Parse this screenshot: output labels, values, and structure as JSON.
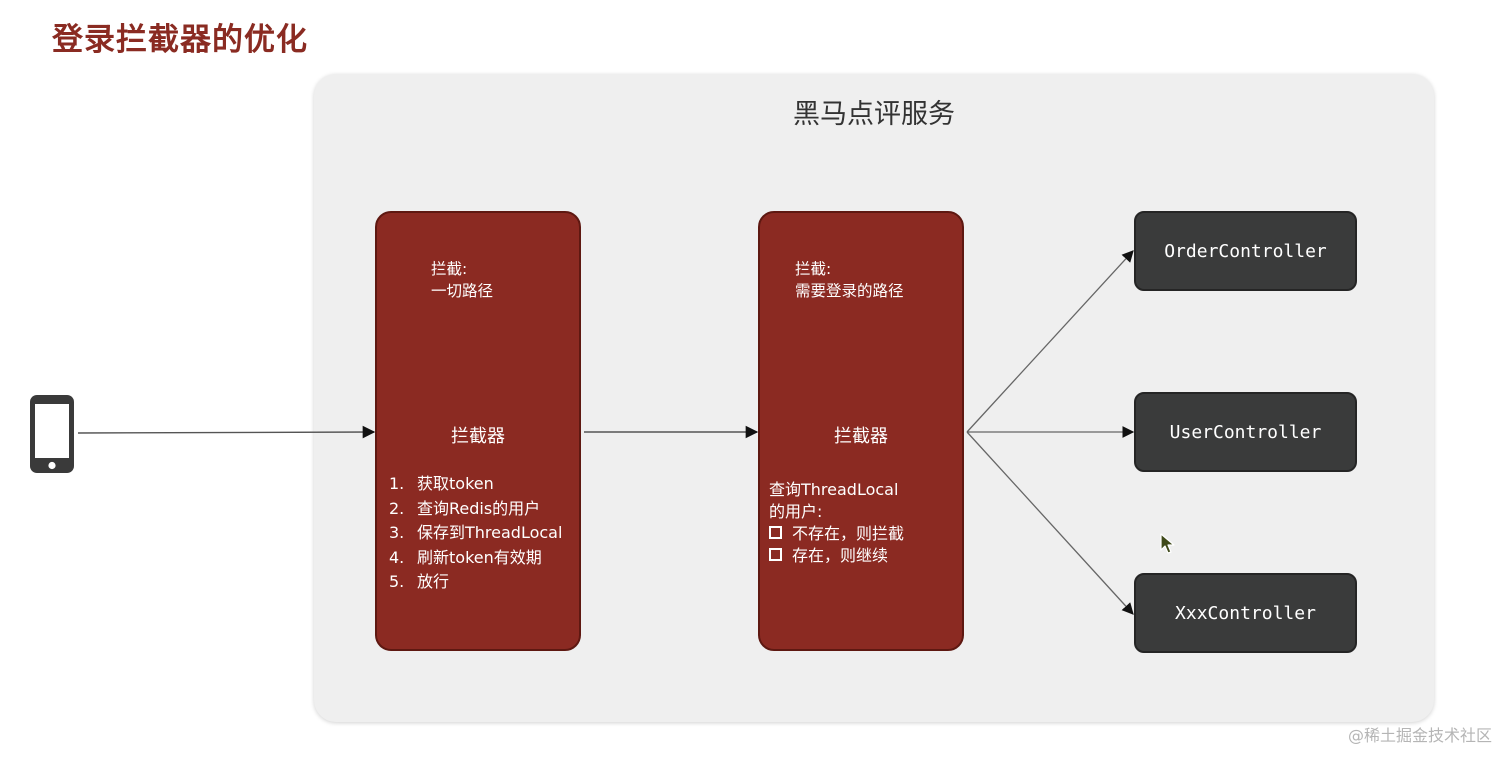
{
  "page_title": "登录拦截器的优化",
  "service": {
    "title": "黑马点评服务"
  },
  "interceptor_1": {
    "scope_label": "拦截:",
    "scope_value": "一切路径",
    "name": "拦截器",
    "steps": [
      {
        "num": "1.",
        "text": "获取token"
      },
      {
        "num": "2.",
        "text": "查询Redis的用户"
      },
      {
        "num": "3.",
        "text": "保存到ThreadLocal"
      },
      {
        "num": "4.",
        "text": "刷新token有效期"
      },
      {
        "num": "5.",
        "text": "放行"
      }
    ]
  },
  "interceptor_2": {
    "scope_label": "拦截:",
    "scope_value": "需要登录的路径",
    "name": "拦截器",
    "query_line1": "查询ThreadLocal",
    "query_line2": "的用户:",
    "checks": [
      "不存在，则拦截",
      "存在，则继续"
    ]
  },
  "controllers": [
    "OrderController",
    "UserController",
    "XxxController"
  ],
  "watermark": "@稀土掘金技术社区",
  "colors": {
    "title": "#8a2b22",
    "interceptor_fill": "#8b2a22",
    "controller_fill": "#3a3b3b",
    "service_bg": "#efefef"
  },
  "icons": {
    "client": "mobile-phone-icon",
    "cursor": "mouse-pointer-icon"
  }
}
